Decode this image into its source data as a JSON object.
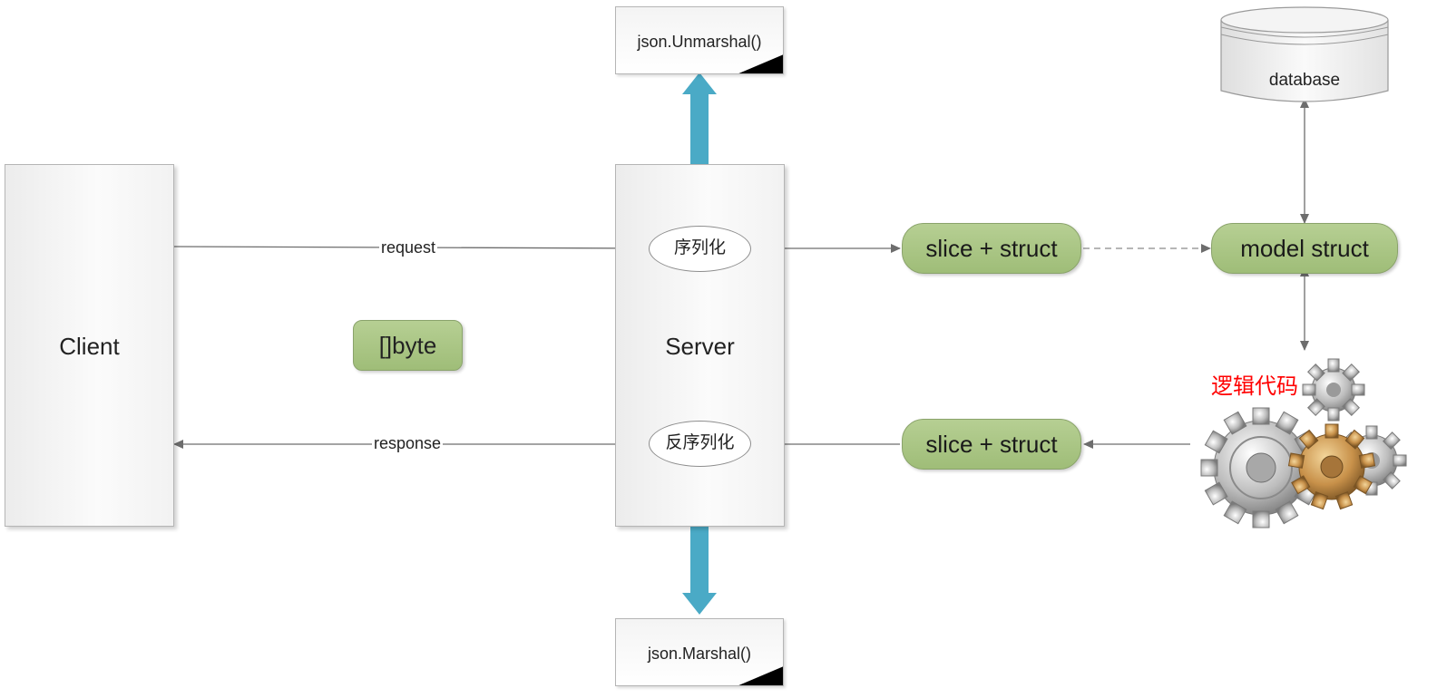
{
  "nodes": {
    "client": "Client",
    "server": "Server",
    "json_unmarshal": "json.Unmarshal()",
    "json_marshal": "json.Marshal()",
    "serialize": "序列化",
    "deserialize": "反序列化",
    "byte": "[]byte",
    "slice_struct_top": "slice + struct",
    "slice_struct_bottom": "slice + struct",
    "model_struct": "model struct",
    "database": "database",
    "logic_code": "逻辑代码"
  },
  "edges": {
    "request": "request",
    "response": "response"
  },
  "icons": {
    "gears": "gears-icon"
  },
  "colors": {
    "arrow_blue": "#4aaac6",
    "pill_green": "#a9c585",
    "logic_red": "#ff0000",
    "edge_gray": "#6d6d6d"
  }
}
